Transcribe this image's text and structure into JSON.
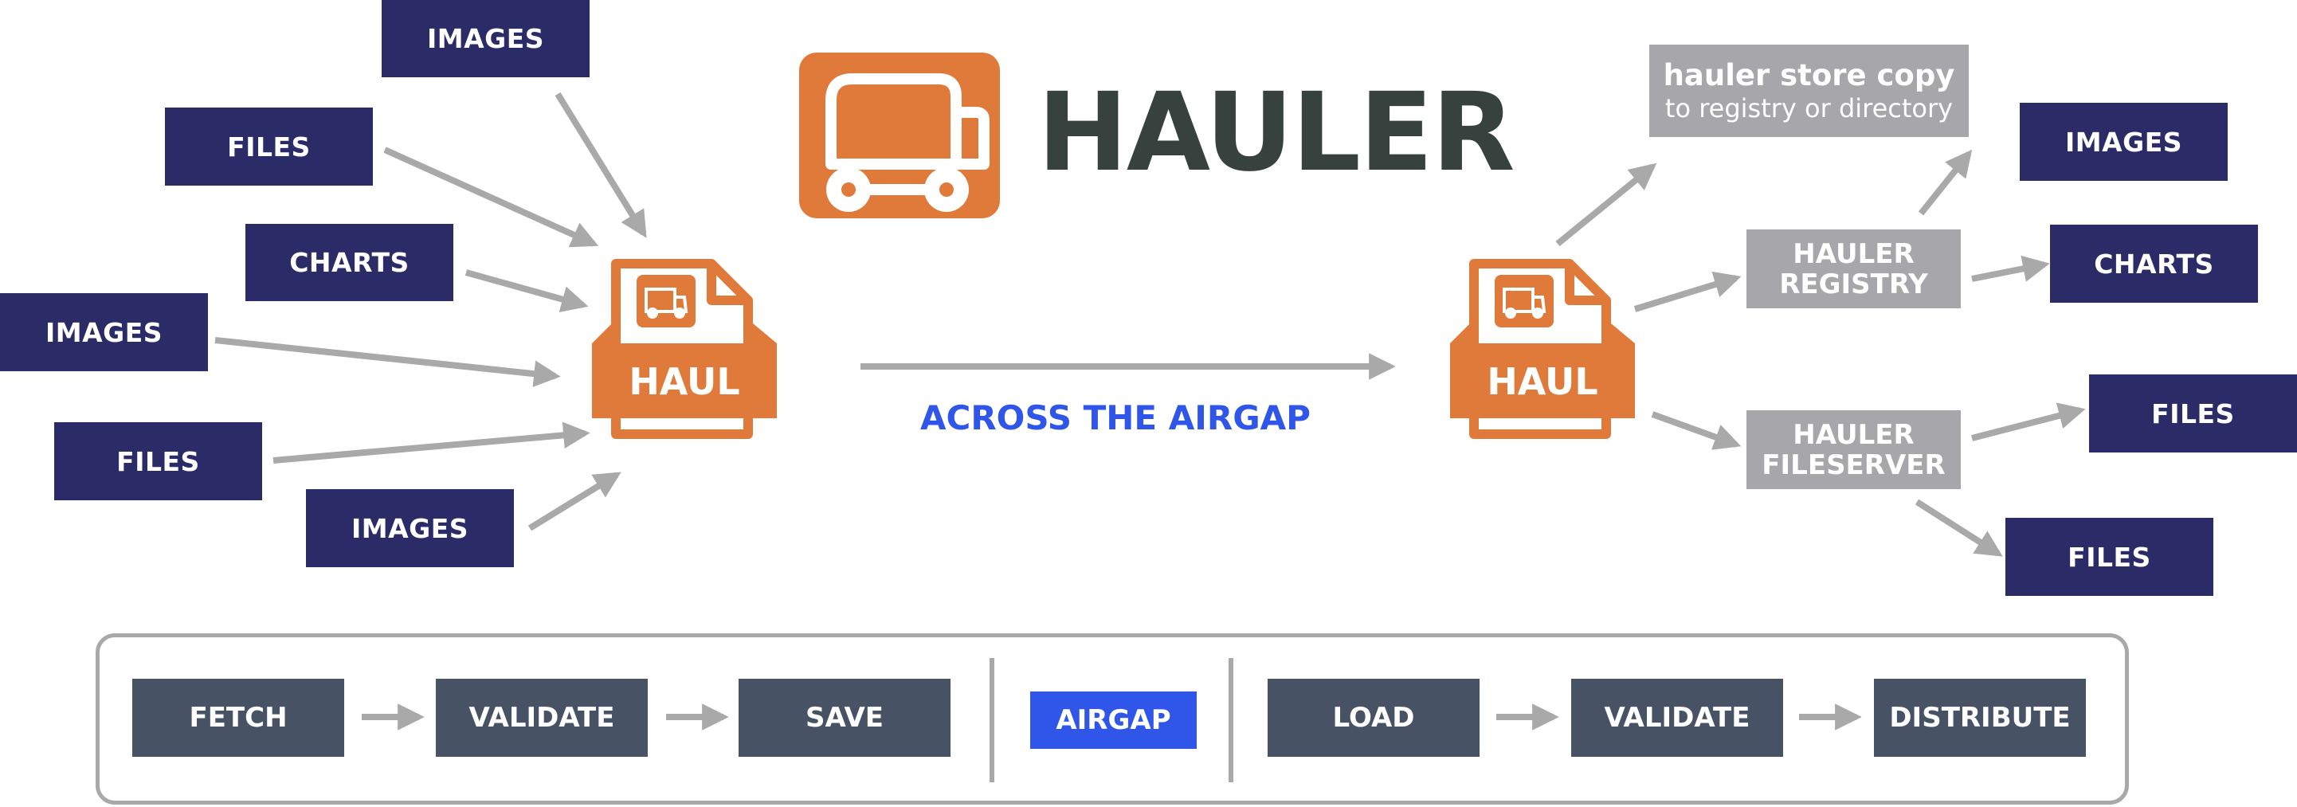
{
  "title": "HAULER",
  "colors": {
    "orange": "#e07a3a",
    "navy": "#2b2b68",
    "grey": "#a7a6aa",
    "slate": "#475264",
    "blue": "#2f56e8",
    "title_dark": "#37423f",
    "arrow": "#a9a9a9"
  },
  "icons": [
    "truck-logo-icon",
    "haul-file-icon"
  ],
  "inputs": [
    "IMAGES",
    "FILES",
    "CHARTS",
    "IMAGES",
    "FILES",
    "IMAGES"
  ],
  "haul_label_left": "HAUL",
  "haul_label_right": "HAUL",
  "airgap_caption": "ACROSS THE AIRGAP",
  "store_copy": {
    "title": "hauler store copy",
    "subtitle": "to registry or directory"
  },
  "registry": {
    "line1": "HAULER",
    "line2": "REGISTRY"
  },
  "fileserver": {
    "line1": "HAULER",
    "line2": "FILESERVER"
  },
  "outputs": [
    "IMAGES",
    "CHARTS",
    "FILES",
    "FILES"
  ],
  "pipeline": {
    "left": [
      "FETCH",
      "VALIDATE",
      "SAVE"
    ],
    "middle": "AIRGAP",
    "right": [
      "LOAD",
      "VALIDATE",
      "DISTRIBUTE"
    ]
  }
}
